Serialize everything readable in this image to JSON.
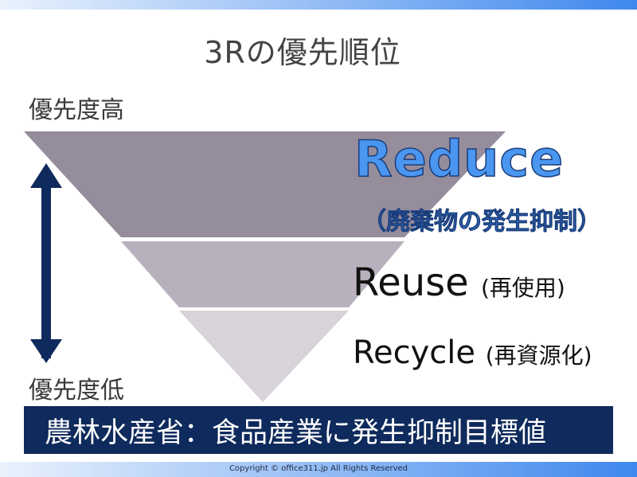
{
  "title": "3Rの優先順位",
  "priority_high_label": "優先度高",
  "priority_low_label": "優先度低",
  "tiers": {
    "reduce": {
      "name": "Reduce",
      "description": "（廃棄物の発生抑制）"
    },
    "reuse": {
      "name": "Reuse",
      "description": "(再使用)"
    },
    "recycle": {
      "name": "Recycle",
      "description": "(再資源化)"
    }
  },
  "banner": "農林水産省：食品産業に発生抑制目標値",
  "copyright": "Copyright © office311.jp All Rights Reserved",
  "colors": {
    "tier1": "#958c9c",
    "tier2": "#b8b1bd",
    "tier3": "#d8d3da",
    "arrow": "#0f2a5c",
    "banner_bg": "#0f2a5c",
    "accent_blue": "#4a96f0"
  }
}
